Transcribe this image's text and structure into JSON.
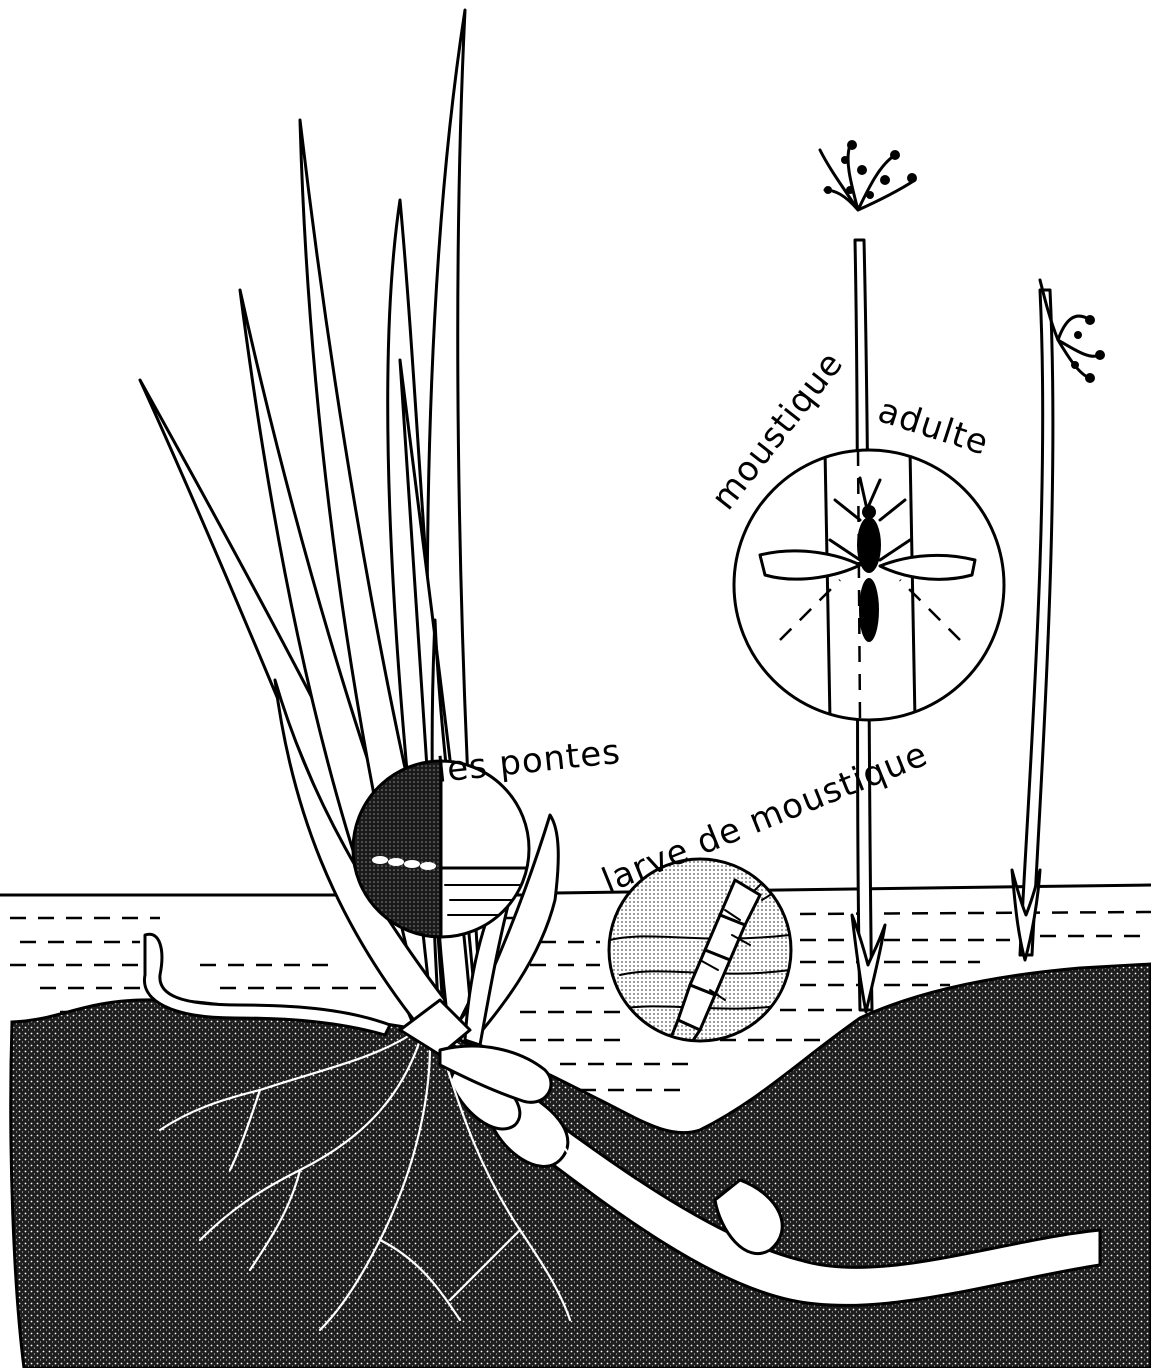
{
  "labels": {
    "eggs": "les pontes",
    "larva": "larve de moustique",
    "adult_left": "moustique",
    "adult_right": "adulte"
  },
  "colors": {
    "ink": "#000000",
    "paper": "#ffffff",
    "soil": "#2b2b2b"
  }
}
